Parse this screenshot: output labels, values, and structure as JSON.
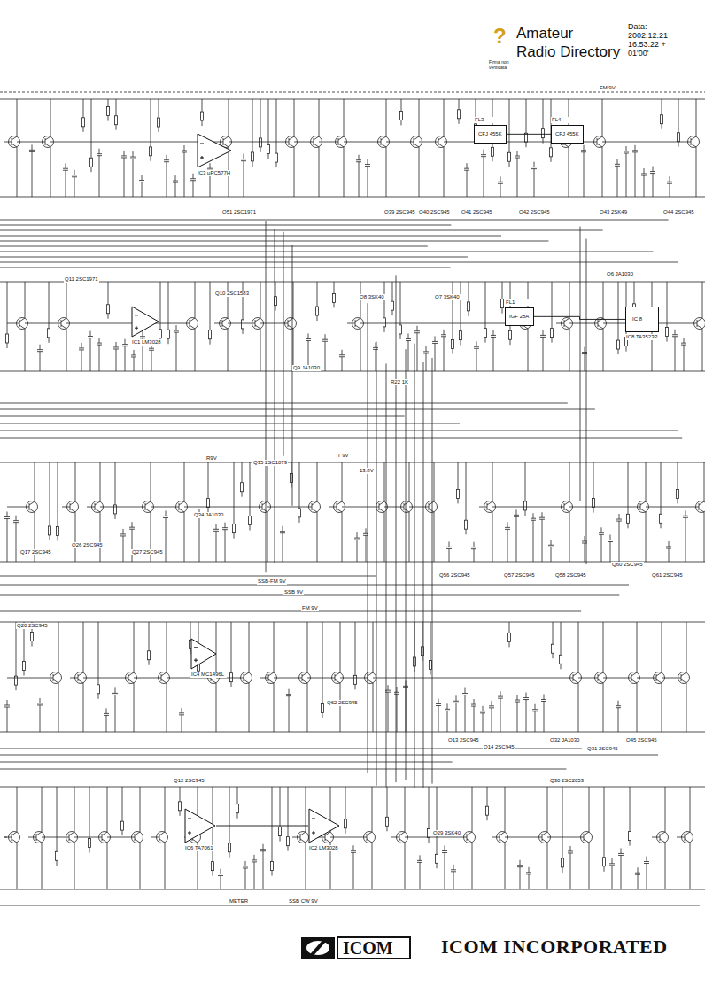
{
  "diagram": {
    "nodes": [
      {
        "text": [
          "IC3 μPC577H"
        ]
      },
      {
        "text": [
          "FL3",
          "CFJ 455K"
        ]
      },
      {
        "text": [
          "FL4",
          "CFJ 455K"
        ]
      },
      {
        "text": [
          "IC1 LM3028"
        ]
      },
      {
        "text": [
          "FL1",
          "IGF 28A"
        ]
      },
      {
        "text": [
          "IC 8",
          "IC8 TA3523P"
        ]
      },
      {
        "text": [
          "IC4 MC1496L"
        ]
      },
      {
        "text": [
          "IC6 TA7061"
        ]
      },
      {
        "text": [
          "IC2 LM3028"
        ]
      },
      {
        "text": [
          "ICOM"
        ]
      }
    ],
    "edges": [
      {
        "from": 1,
        "to": 2,
        "arrow": "none"
      },
      {
        "from": 4,
        "to": 5,
        "arrow": "none"
      },
      {
        "from": 7,
        "to": 8,
        "arrow": "none"
      }
    ],
    "labels": [
      "?",
      "Amateur",
      "Radio Directory",
      "Data:",
      "2002.12.21",
      "16:53:22 +",
      "01'00'",
      "Firma non verificata",
      "FM 9V",
      "Q51 2SC1971",
      "Q39 2SC945",
      "Q40 2SC945",
      "Q41 2SC945",
      "Q42 2SC945",
      "Q43 2SK49",
      "Q44 2SC945",
      "Q11 2SC1971",
      "Q10 2SC1583",
      "Q8 3SK40",
      "Q7 3SK40",
      "Q9 JA1030",
      "R22 1K",
      "Q6 JA1030",
      "R9V",
      "Q35 2SC1079",
      "T 9V",
      "13.8V",
      "Q34 JA1030",
      "Q17 2SC945",
      "Q26 2SC945",
      "Q27 2SC945",
      "Q56 2SC945",
      "Q57 2SC945",
      "Q58 2SC945",
      "Q60 2SC945",
      "Q61 2SC945",
      "SSB-FM 9V",
      "SSB 9V",
      "FM 9V",
      "Q20 2SC945",
      "Q62 2SC945",
      "Q13 2SC945",
      "Q14 2SC945",
      "Q32 JA1030",
      "Q31 2SC945",
      "Q45 2SC945",
      "Q12 2SC945",
      "Q30 2SC2053",
      "Q29 3SK40",
      "METER",
      "SSB CW 9V",
      "ICOM INCORPORATED"
    ]
  }
}
